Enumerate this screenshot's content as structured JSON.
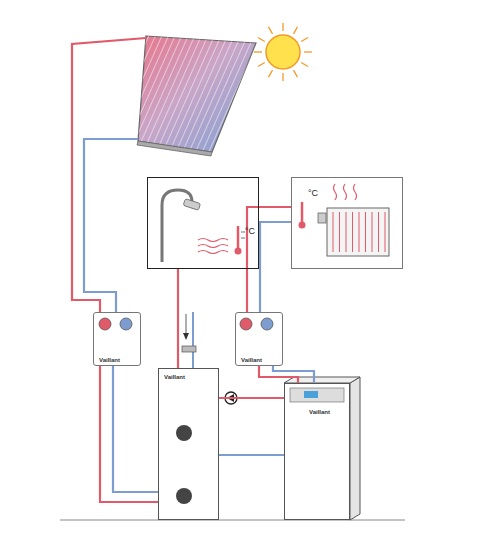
{
  "diagram": {
    "nodes": [
      {
        "text": [
          "°C"
        ]
      },
      {
        "text": [
          "°C"
        ]
      },
      {
        "text": [
          "Vaillant"
        ]
      },
      {
        "text": [
          "Vaillant"
        ]
      },
      {
        "text": [
          "Vaillant"
        ]
      },
      {
        "text": [
          "Vaillant"
        ]
      }
    ],
    "edges": [
      {
        "from": 2,
        "to": 4,
        "arrow": "none"
      },
      {
        "from": 4,
        "to": 0,
        "arrow": "none"
      },
      {
        "from": 3,
        "to": 1,
        "arrow": "none"
      },
      {
        "from": 5,
        "to": 4,
        "arrow": "none"
      },
      {
        "from": 5,
        "to": 3,
        "arrow": "none"
      }
    ]
  }
}
